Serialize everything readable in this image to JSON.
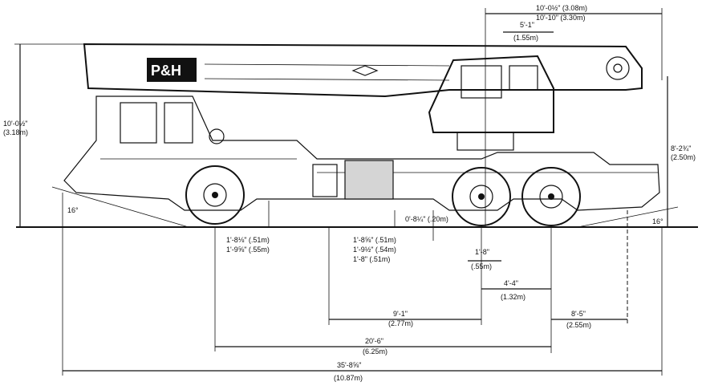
{
  "diagram": {
    "logo_text": "P&H",
    "dimensions": {
      "overall_height": {
        "ft": "10'-0½\"",
        "m": "(3.18m)"
      },
      "carrier_height": {
        "ft": "8'-2¾\"",
        "m": "(2.50m)"
      },
      "tail_swing_a": "10'-0½\" (3.08m)",
      "tail_swing_b": "10'-10\" (3.30m)",
      "cab_offset": {
        "ft": "5'-1\"",
        "m": "(1.55m)"
      },
      "approach_angle": "16°",
      "departure_angle": "16°",
      "front_axle_clearance": {
        "ft": "1'-8⅛\" (.51m)",
        "ft2": "1'-9⅝\" (.55m)"
      },
      "mid_clearance": {
        "ft": "1'-8⅝\" (.51m)",
        "ft2": "1'-9½\" (.54m)",
        "ft3": "1'-8\" (.51m)"
      },
      "ground_clearance": "0'-8¼\" (.20m)",
      "rear_small": {
        "ft": "1'-8\"",
        "m": "(.55m)"
      },
      "tandem_spacing": {
        "ft": "4'-4\"",
        "m": "(1.32m)"
      },
      "front_to_rear_a": {
        "ft": "9'-1\"",
        "m": "(2.77m)"
      },
      "rear_overhang": {
        "ft": "8'-5\"",
        "m": "(2.55m)"
      },
      "wheelbase": {
        "ft": "20'-6\"",
        "m": "(6.25m)"
      },
      "overall_length": {
        "ft": "35'-8⅝\"",
        "m": "(10.87m)"
      }
    }
  }
}
